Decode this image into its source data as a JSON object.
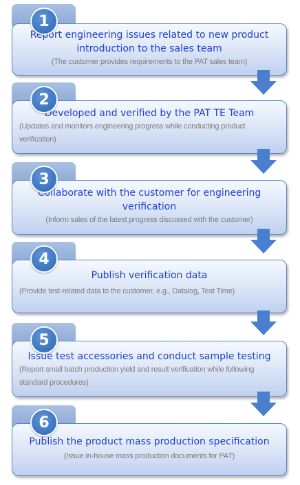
{
  "steps": [
    {
      "number": "1",
      "title": "Report engineering issues related to new product introduction to the sales team",
      "detail": "(The customer provides requirements to the PAT sales team)"
    },
    {
      "number": "2",
      "title": "Developed and verified by the PAT TE Team",
      "detail": "(Updates and monitors engineering progress while conducting product verification)"
    },
    {
      "number": "3",
      "title": "Collaborate with the customer for engineering verification",
      "detail": "(Inform sales of the latest progress discussed with the customer)"
    },
    {
      "number": "4",
      "title": "Publish verification data",
      "detail": "(Provide test-related data to the customer, e.g., Datalog, Test Time)"
    },
    {
      "number": "5",
      "title": "Issue test accessories and conduct sample testing",
      "detail": "(Report small batch production yield and result verification while following standard procedures)"
    },
    {
      "number": "6",
      "title": "Publish the product mass production specification",
      "detail": "(Issue in-house mass production documents for PAT)"
    }
  ],
  "colors": {
    "title_text": "#1f3fd0",
    "detail_text": "#7d7d7d",
    "badge": "#3b74c0",
    "arrow": "#4a7fd0",
    "box_border": "#5f86c4"
  }
}
